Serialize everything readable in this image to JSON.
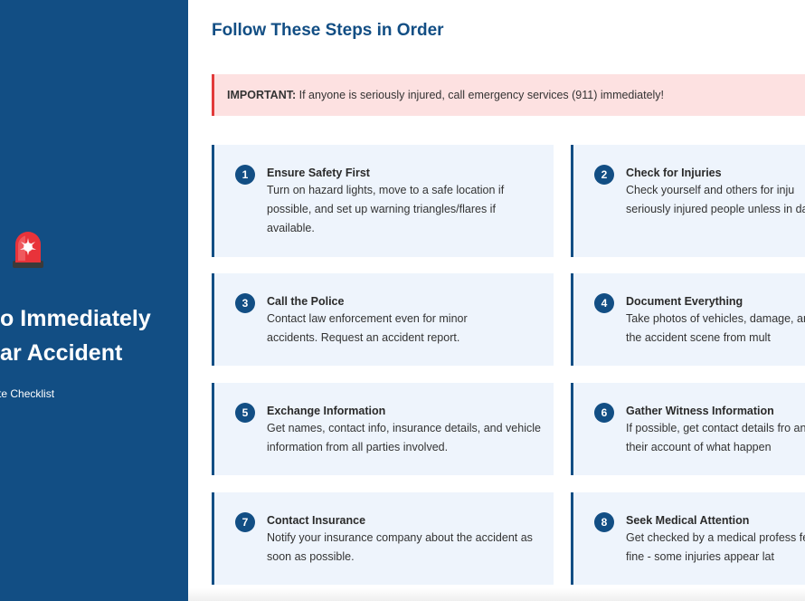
{
  "sidebar": {
    "icon": "siren-icon",
    "title_line1": "Do Immediately",
    "title_line2": "Car Accident",
    "subtitle": "plete Checklist"
  },
  "main": {
    "heading": "Follow These Steps in Order",
    "alert": {
      "label": "IMPORTANT:",
      "text": " If anyone is seriously injured, call emergency services (911) immediately!"
    },
    "steps": [
      {
        "number": "1",
        "title": "Ensure Safety First",
        "desc": "Turn on hazard lights, move to a safe location if possible, and set up warning triangles/flares if available."
      },
      {
        "number": "2",
        "title": "Check for Injuries",
        "desc": "Check yourself and others for inju seriously injured people unless in danger."
      },
      {
        "number": "3",
        "title": "Call the Police",
        "desc": "Contact law enforcement even for minor accidents. Request an accident report."
      },
      {
        "number": "4",
        "title": "Document Everything",
        "desc": "Take photos of vehicles, damage, and the accident scene from mult"
      },
      {
        "number": "5",
        "title": "Exchange Information",
        "desc": "Get names, contact info, insurance details, and vehicle information from all parties involved."
      },
      {
        "number": "6",
        "title": "Gather Witness Information",
        "desc": "If possible, get contact details fro and their account of what happen"
      },
      {
        "number": "7",
        "title": "Contact Insurance",
        "desc": "Notify your insurance company about the accident as soon as possible."
      },
      {
        "number": "8",
        "title": "Seek Medical Attention",
        "desc": "Get checked by a medical profess feel fine - some injuries appear lat"
      }
    ]
  },
  "colors": {
    "primary": "#124e84",
    "card_bg": "#eef4fc",
    "alert_bg": "#fde1e1",
    "alert_border": "#e23b3b"
  }
}
